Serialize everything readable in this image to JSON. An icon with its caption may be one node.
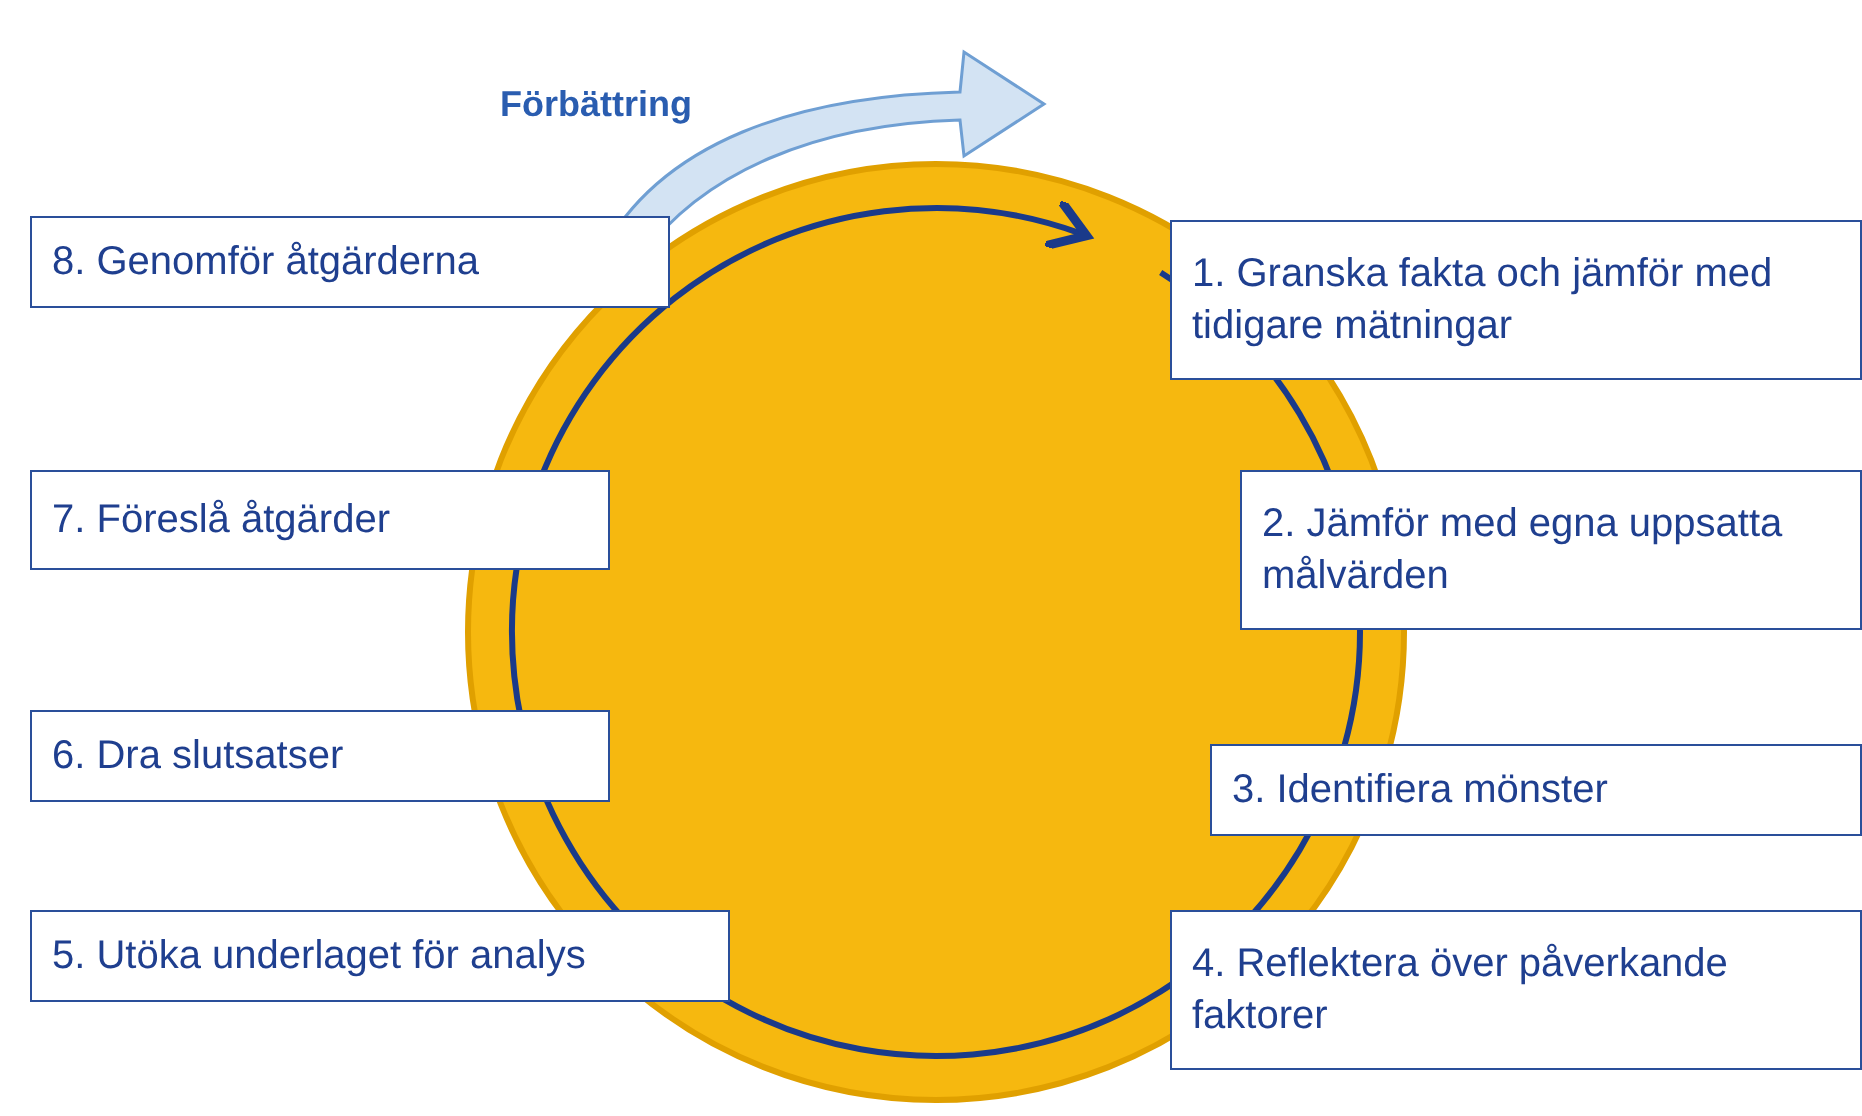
{
  "diagram": {
    "nodes": [
      {
        "text": [],
        "shape": "circle"
      },
      {
        "text": [
          "1. Granska fakta och jämför med tidigare mätningar"
        ]
      },
      {
        "text": [
          "2. Jämför med egna uppsatta målvärden"
        ]
      },
      {
        "text": [
          "3. Identifiera mönster"
        ]
      },
      {
        "text": [
          "4. Reflektera över påverkande faktorer"
        ]
      },
      {
        "text": [
          "5. Utöka underlaget för analys"
        ]
      },
      {
        "text": [
          "6. Dra slutsatser"
        ]
      },
      {
        "text": [
          "7. Föreslå åtgärder"
        ]
      },
      {
        "text": [
          "8. Genomför åtgärderna"
        ]
      }
    ],
    "labels": [
      "Förbättring"
    ]
  }
}
